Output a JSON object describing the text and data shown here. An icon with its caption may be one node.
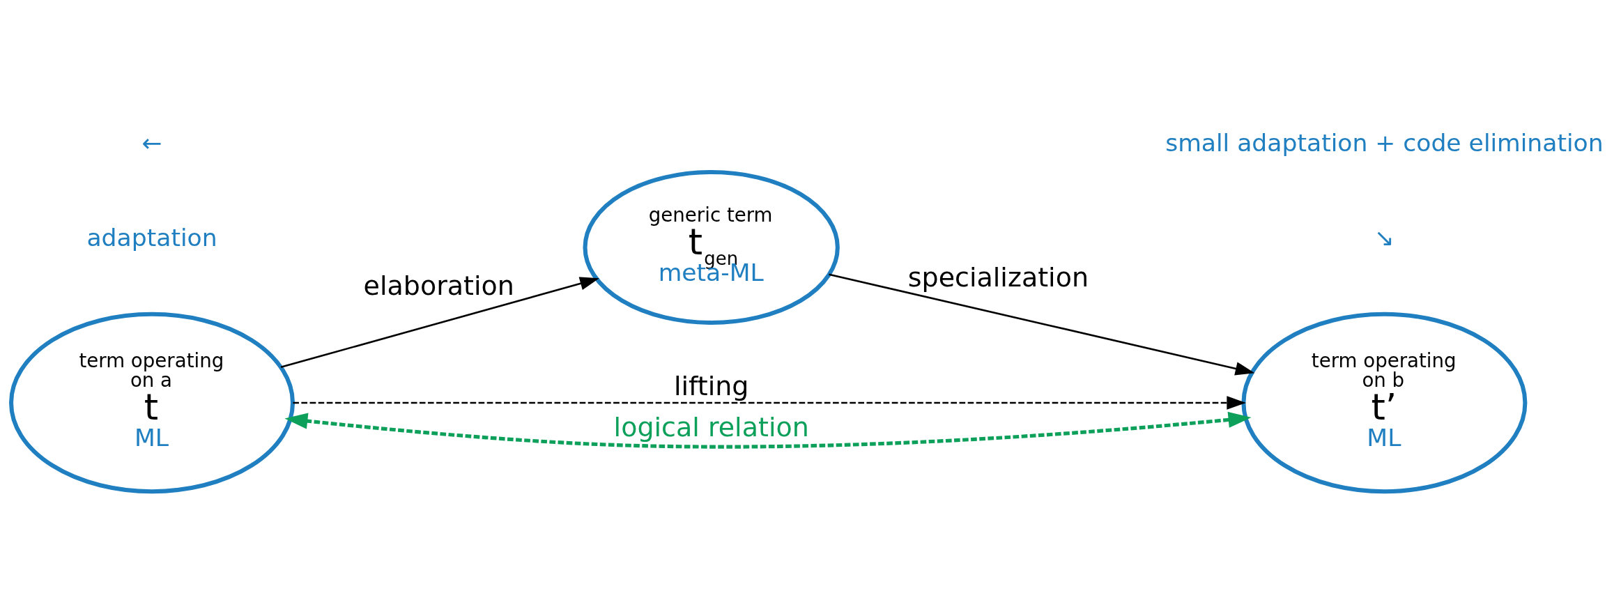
{
  "diagram": {
    "nodes": [
      {
        "text": [
          "generic term",
          "t$_{gen}$",
          "meta-ML"
        ]
      },
      {
        "text": [
          "term operating on a",
          "t",
          "ML"
        ]
      },
      {
        "text": [
          "term operating on b",
          "t’",
          "ML"
        ]
      }
    ],
    "edges": [
      {
        "from": 1,
        "to": 0,
        "arrow": "to",
        "label": "elaboration"
      },
      {
        "from": 0,
        "to": 2,
        "arrow": "to",
        "label": "specialization"
      },
      {
        "from": 1,
        "to": 2,
        "arrow": "to",
        "label": "lifting",
        "style": "dashed"
      },
      {
        "from": 1,
        "to": 2,
        "arrow": "both",
        "label": "logical relation",
        "style": "dashed",
        "color": "#0ca05a"
      }
    ],
    "labels": [
      "adaptation",
      "←",
      "↘",
      "small adaptation + code elimination"
    ]
  }
}
